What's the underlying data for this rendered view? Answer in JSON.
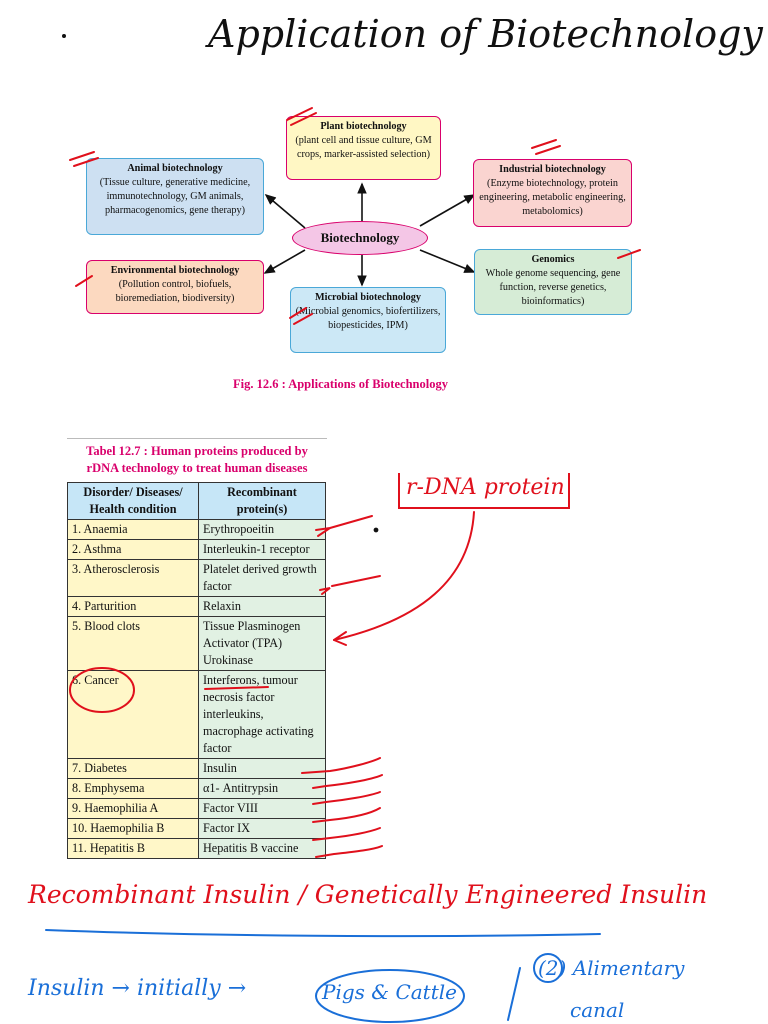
{
  "page": {
    "handwritten_title": "Application of Biotechnology",
    "figure_caption": "Fig. 12.6 : Applications of Biotechnology"
  },
  "diagram": {
    "center": "Biotechnology",
    "nodes": [
      {
        "title": "Plant biotechnology",
        "body": "(plant cell and tissue culture, GM crops, marker-assisted selection)",
        "fill": "#fff7c4",
        "border": "#d9006c"
      },
      {
        "title": "Animal biotechnology",
        "body": "(Tissue culture, generative medicine, immunotechnology, GM animals, pharmacogenomics, gene therapy)",
        "fill": "#cde0f2",
        "border": "#4aa8d8"
      },
      {
        "title": "Industrial biotechnology",
        "body": "(Enzyme biotechnology, protein engineering, metabolic engineering, metabolomics)",
        "fill": "#fad4d0",
        "border": "#d9006c"
      },
      {
        "title": "Environmental biotechnology",
        "body": "(Pollution control, biofuels, bioremediation, biodiversity)",
        "fill": "#fcd9c0",
        "border": "#d9006c"
      },
      {
        "title": "Microbial biotechnology",
        "body": "(Microbial genomics, biofertilizers, biopesticides, IPM)",
        "fill": "#cce8f6",
        "border": "#4aa8d8"
      },
      {
        "title": "Genomics",
        "body": "Whole genome sequencing, gene function, reverse genetics, bioinformatics)",
        "fill": "#d6ecd6",
        "border": "#4aa8d8"
      }
    ]
  },
  "table": {
    "caption_line1": "Tabel 12.7 : Human proteins produced by",
    "caption_line2": "rDNA technology to treat human diseases",
    "headers": [
      "Disorder/ Diseases/ Health condition",
      "Recombinant protein(s)"
    ],
    "rows": [
      [
        "1. Anaemia",
        "Erythropoeitin"
      ],
      [
        "2. Asthma",
        "Interleukin-1 receptor"
      ],
      [
        "3. Atherosclerosis",
        "Platelet derived growth factor"
      ],
      [
        "4. Parturition",
        "Relaxin"
      ],
      [
        "5. Blood clots",
        "Tissue Plasminogen Activator (TPA) Urokinase"
      ],
      [
        "6. Cancer",
        "Interferons, tumour necrosis factor interleukins, macrophage activating factor"
      ],
      [
        "7. Diabetes",
        "Insulin"
      ],
      [
        "8. Emphysema",
        "α1- Antitrypsin"
      ],
      [
        "9. Haemophilia A",
        "Factor VIII"
      ],
      [
        "10. Haemophilia B",
        "Factor IX"
      ],
      [
        "11. Hepatitis B",
        "Hepatitis B vaccine"
      ]
    ]
  },
  "annotations": {
    "rdna_label": "r-DNA protein",
    "note1": "Recombinant Insulin / Genetically Engineered Insulin",
    "note2_a": "Insulin → initially →",
    "note2_b": "Pigs & Cattle",
    "note2_c": "(2) Alimentary",
    "note2_d": "canal",
    "ink_colors": {
      "red": "#e0101c",
      "blue": "#1a6fd8",
      "black": "#111111"
    }
  }
}
